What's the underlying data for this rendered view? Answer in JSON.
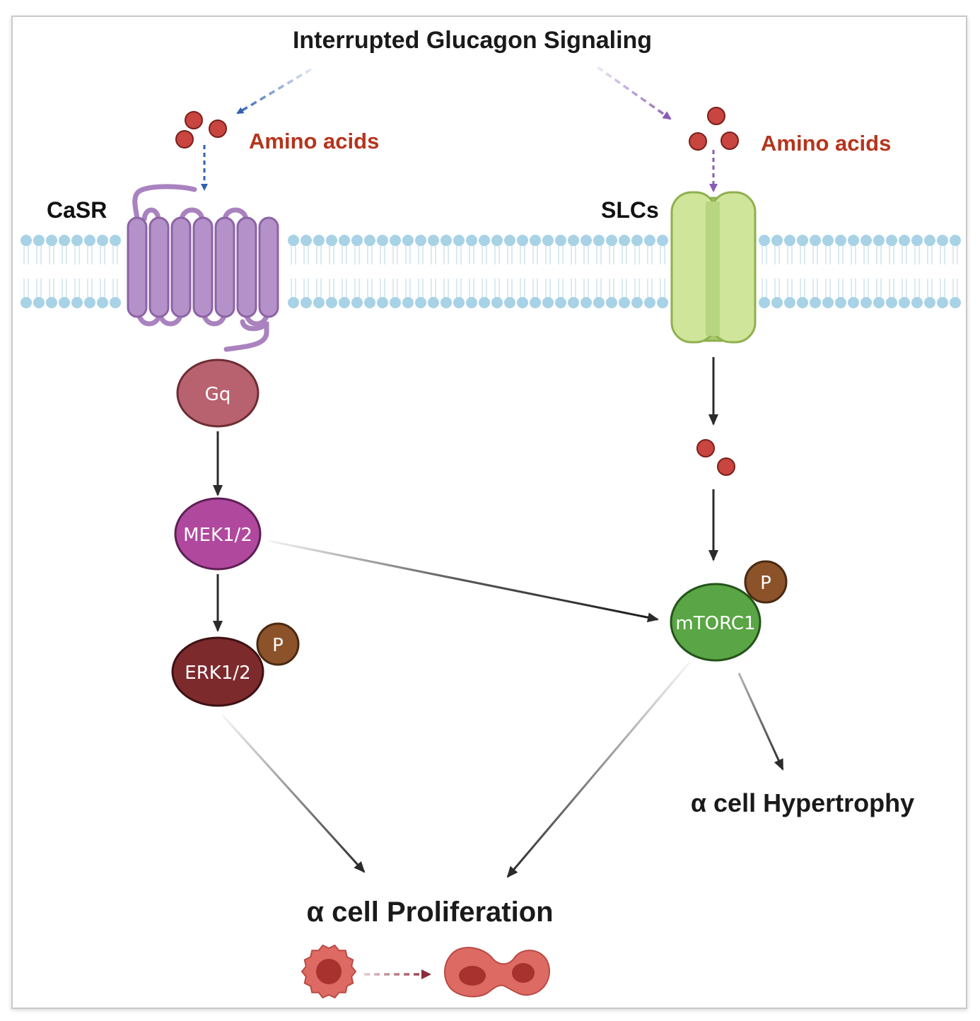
{
  "title": "Interrupted Glucagon Signaling",
  "left": {
    "ligand_label": "Amino acids",
    "receptor_label": "CaSR",
    "nodes": {
      "gq": "Gq",
      "mek": "MEK1/2",
      "erk": "ERK1/2",
      "erk_phospho": "P"
    }
  },
  "right": {
    "ligand_label": "Amino acids",
    "transporter_label": "SLCs",
    "nodes": {
      "mtorc1": "mTORC1",
      "mtorc1_phospho": "P"
    }
  },
  "outcomes": {
    "proliferation": "α cell Proliferation",
    "hypertrophy": "α cell Hypertrophy"
  },
  "colors": {
    "blue_arrow": "#2f62b0",
    "purple_arrow": "#8a5cb8",
    "amino_acid": "#c9453f",
    "membrane_head": "#a8d2e6",
    "casr": "#b491c8",
    "slc": "#cfe59a",
    "gq": "#b8626f",
    "mek": "#b0489e",
    "erk": "#7d2a2d",
    "mtorc1": "#5aa545",
    "phospho": "#8c5229",
    "cell": "#dd6a63"
  }
}
